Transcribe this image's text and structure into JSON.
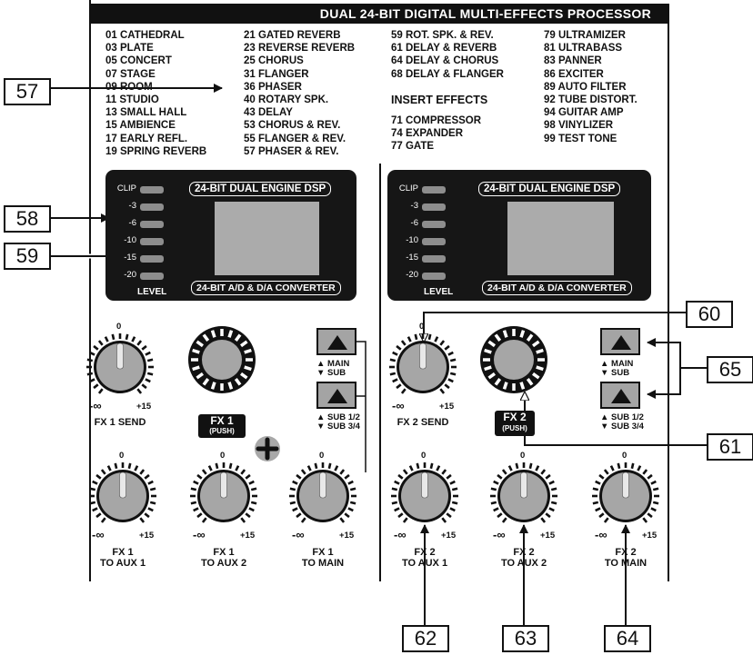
{
  "header": {
    "title": "DUAL 24-BIT DIGITAL MULTI-EFFECTS PROCESSOR"
  },
  "presets": {
    "col1": [
      "01 CATHEDRAL",
      "03 PLATE",
      "05 CONCERT",
      "07 STAGE",
      "09 ROOM",
      "11 STUDIO",
      "13 SMALL HALL",
      "15 AMBIENCE",
      "17 EARLY REFL.",
      "19 SPRING REVERB"
    ],
    "col2": [
      "21 GATED REVERB",
      "23 REVERSE REVERB",
      "25 CHORUS",
      "31 FLANGER",
      "36 PHASER",
      "40 ROTARY SPK.",
      "43 DELAY",
      "53 CHORUS & REV.",
      "55 FLANGER & REV.",
      "57 PHASER & REV."
    ],
    "col3": [
      "59 ROT. SPK. & REV.",
      "61 DELAY & REVERB",
      "64 DELAY & CHORUS",
      "68 DELAY & FLANGER"
    ],
    "insert_title": "INSERT EFFECTS",
    "insert": [
      "71 COMPRESSOR",
      "74 EXPANDER",
      "77 GATE"
    ],
    "col4": [
      "79 ULTRAMIZER",
      "81 ULTRABASS",
      "83 PANNER",
      "86 EXCITER",
      "89 AUTO FILTER",
      "92 TUBE DISTORT.",
      "94 GUITAR AMP",
      "98 VINYLIZER",
      "99 TEST TONE"
    ]
  },
  "dsp": {
    "title": "24-BIT DUAL ENGINE DSP",
    "converter": "24-BIT A/D & D/A CONVERTER",
    "meter": [
      "CLIP",
      "-3",
      "-6",
      "-10",
      "-15",
      "-20"
    ],
    "level": "LEVEL"
  },
  "knob_scale": {
    "zero": "0",
    "min": "-∞",
    "max": "+15"
  },
  "knobs": {
    "fx1_send": "FX 1 SEND",
    "fx2_send": "FX 2 SEND",
    "fx1_aux1": [
      "FX 1",
      "TO AUX 1"
    ],
    "fx1_aux2": [
      "FX 1",
      "TO AUX 2"
    ],
    "fx1_main": [
      "FX 1",
      "TO MAIN"
    ],
    "fx2_aux1": [
      "FX 2",
      "TO AUX 1"
    ],
    "fx2_aux2": [
      "FX 2",
      "TO AUX 2"
    ],
    "fx2_main": [
      "FX 2",
      "TO MAIN"
    ]
  },
  "encoders": {
    "fx1": "FX 1",
    "fx2": "FX 2",
    "push": "(PUSH)"
  },
  "buttons": {
    "main_sub": [
      "▲ MAIN",
      "▼ SUB"
    ],
    "sub_sub": [
      "▲ SUB 1/2",
      "▼ SUB 3/4"
    ]
  },
  "callouts": [
    "57",
    "58",
    "59",
    "60",
    "61",
    "62",
    "63",
    "64",
    "65"
  ]
}
